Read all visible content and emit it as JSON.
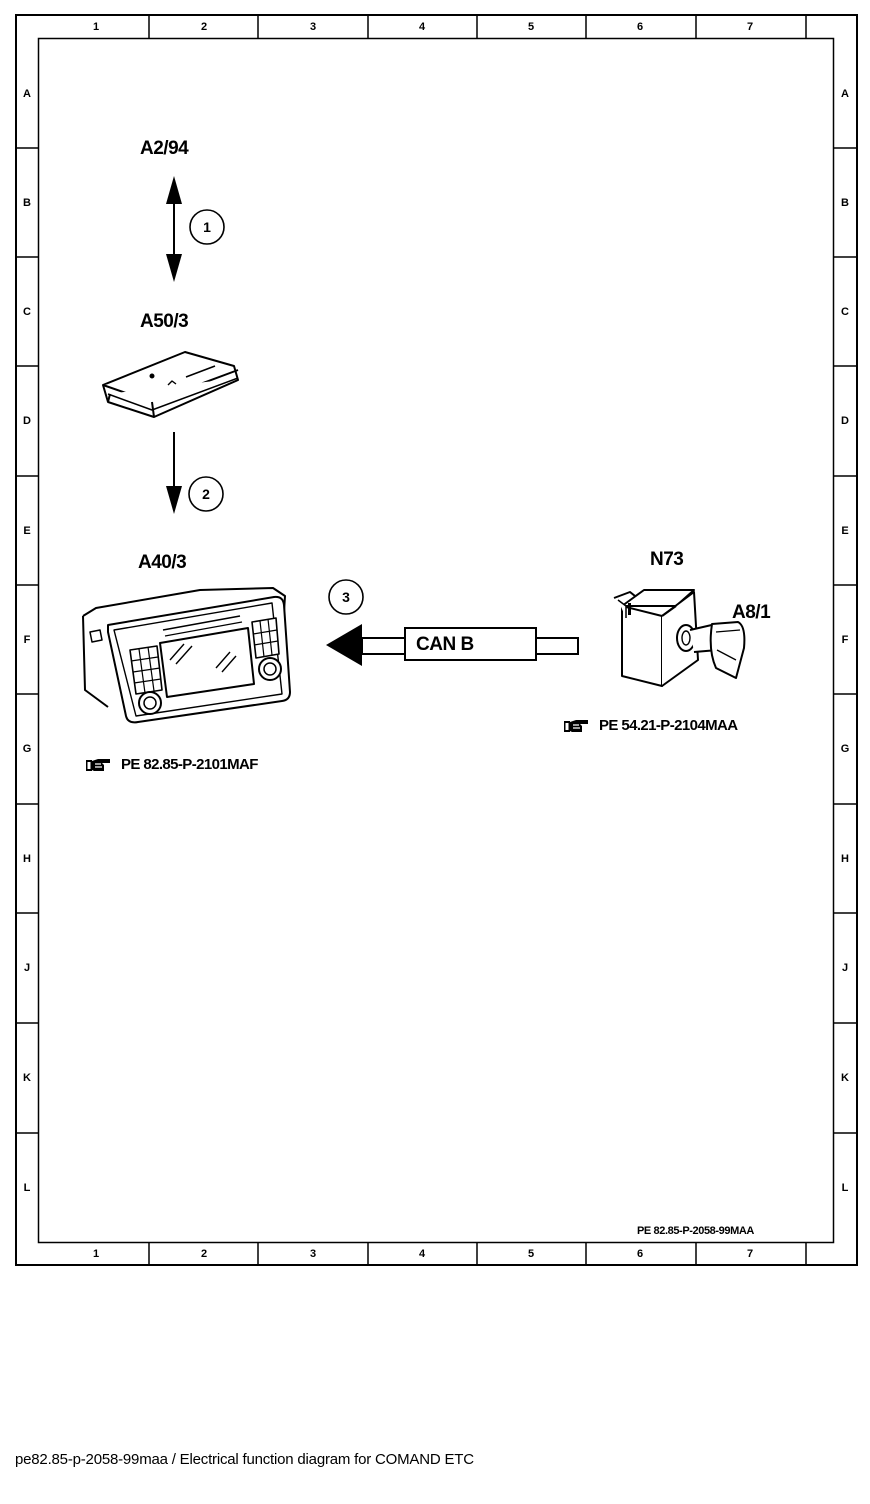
{
  "frame": {
    "columns": [
      "1",
      "2",
      "3",
      "4",
      "5",
      "6",
      "7"
    ],
    "rows": [
      "A",
      "B",
      "C",
      "D",
      "E",
      "F",
      "G",
      "H",
      "J",
      "K",
      "L"
    ]
  },
  "components": {
    "a2_94": "A2/94",
    "a50_3": "A50/3",
    "a40_3": "A40/3",
    "n73": "N73",
    "a8_1": "A8/1"
  },
  "signals": {
    "s1": "1",
    "s2": "2",
    "s3": "3",
    "bus": "CAN B"
  },
  "references": {
    "a40_3_ref": "PE 82.85-P-2101MAF",
    "n73_ref": "PE 54.21-P-2104MAA",
    "drawing_id": "PE 82.85-P-2058-99MAA"
  },
  "icons": {
    "reference": "pointing-hand-icon"
  },
  "caption": "pe82.85-p-2058-99maa / Electrical function diagram for COMAND ETC"
}
